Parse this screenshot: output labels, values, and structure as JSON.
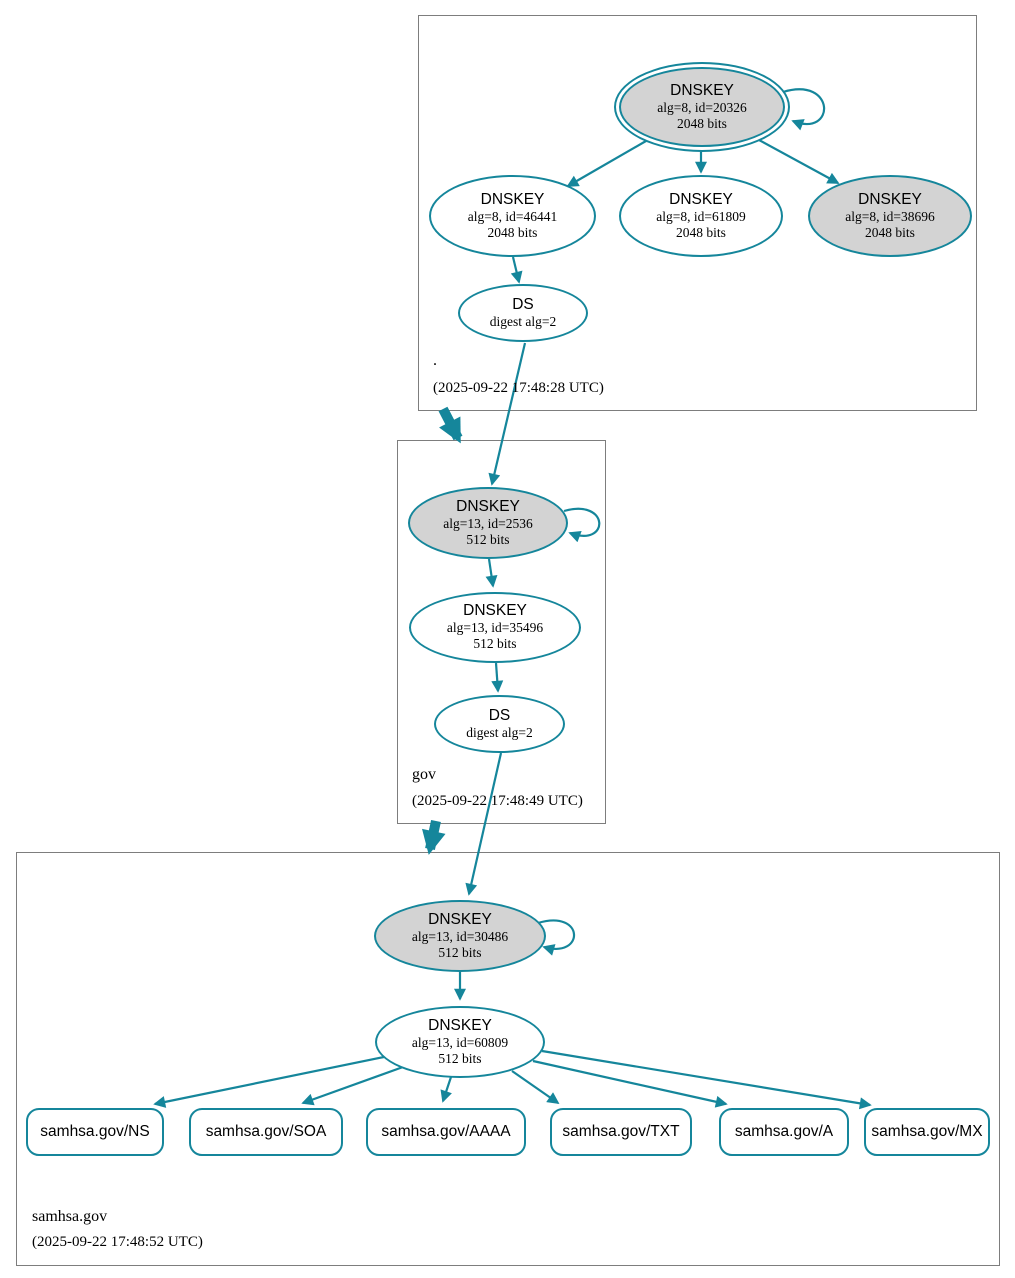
{
  "diagram": "DNSSEC authentication chain",
  "colors": {
    "edge_teal": "#15869b",
    "ksk_fill_gray": "#d3d3d3",
    "node_fill_white": "#ffffff",
    "zone_box_border": "#7d7d7d",
    "text": "#000000"
  },
  "zones": {
    "root": {
      "label": ".",
      "timestamp": "(2025-09-22 17:48:28 UTC)",
      "ksk": {
        "title": "DNSKEY",
        "line1": "alg=8, id=20326",
        "line2": "2048 bits"
      },
      "zsk1": {
        "title": "DNSKEY",
        "line1": "alg=8, id=46441",
        "line2": "2048 bits"
      },
      "zsk2": {
        "title": "DNSKEY",
        "line1": "alg=8, id=61809",
        "line2": "2048 bits"
      },
      "ksk2": {
        "title": "DNSKEY",
        "line1": "alg=8, id=38696",
        "line2": "2048 bits"
      },
      "ds": {
        "title": "DS",
        "line1": "digest alg=2"
      }
    },
    "gov": {
      "label": "gov",
      "timestamp": "(2025-09-22 17:48:49 UTC)",
      "ksk": {
        "title": "DNSKEY",
        "line1": "alg=13, id=2536",
        "line2": "512 bits"
      },
      "zsk": {
        "title": "DNSKEY",
        "line1": "alg=13, id=35496",
        "line2": "512 bits"
      },
      "ds": {
        "title": "DS",
        "line1": "digest alg=2"
      }
    },
    "samhsa": {
      "label": "samhsa.gov",
      "timestamp": "(2025-09-22 17:48:52 UTC)",
      "ksk": {
        "title": "DNSKEY",
        "line1": "alg=13, id=30486",
        "line2": "512 bits"
      },
      "zsk": {
        "title": "DNSKEY",
        "line1": "alg=13, id=60809",
        "line2": "512 bits"
      },
      "rrsets": {
        "ns": "samhsa.gov/NS",
        "soa": "samhsa.gov/SOA",
        "aaaa": "samhsa.gov/AAAA",
        "txt": "samhsa.gov/TXT",
        "a": "samhsa.gov/A",
        "mx": "samhsa.gov/MX"
      }
    }
  }
}
